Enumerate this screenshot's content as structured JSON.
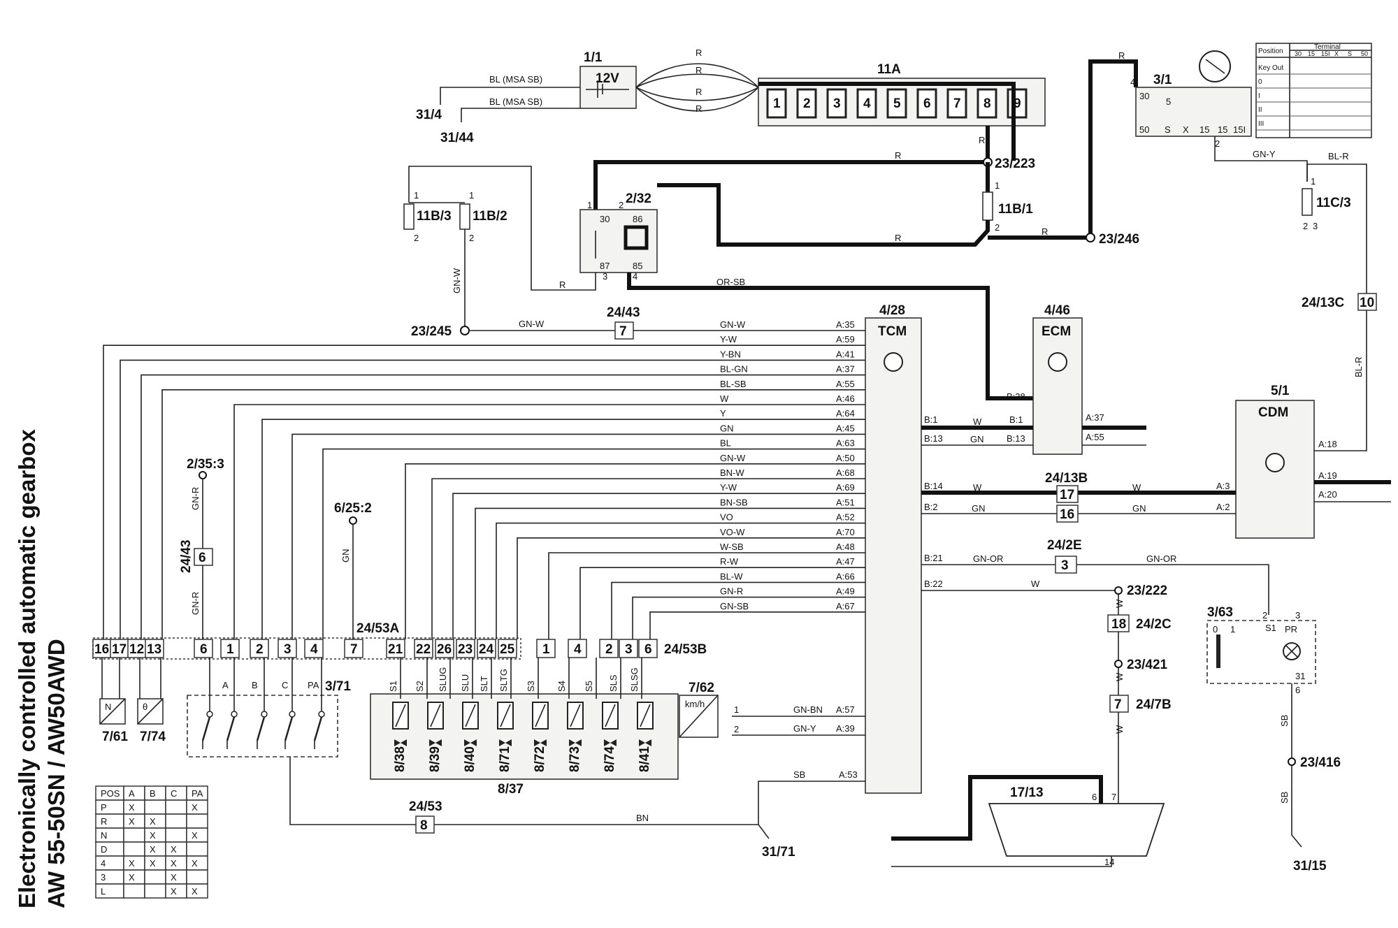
{
  "title": {
    "line1": "Electronically controlled automatic gearbox",
    "line2": "AW 55-50SN / AW50AWD"
  },
  "components": {
    "battery": {
      "ref": "1/1",
      "voltage": "12V"
    },
    "fusebox": {
      "ref": "11A",
      "fuses": [
        "1",
        "2",
        "3",
        "4",
        "5",
        "6",
        "7",
        "8",
        "9"
      ]
    },
    "ignition": {
      "ref": "3/1",
      "pins": [
        "30",
        "5",
        "50",
        "S",
        "X",
        "15",
        "15",
        "15I"
      ],
      "pin_top": "4",
      "pin_bottom": "2"
    },
    "ignition_table": {
      "position_header": "Position",
      "terminal_header": "Terminal",
      "terminals": [
        "30",
        "15",
        "15I",
        "X",
        "S",
        "50"
      ],
      "positions": [
        "Key Out",
        "0",
        "I",
        "II",
        "III"
      ]
    },
    "relay": {
      "ref": "2/32",
      "pins": [
        "30",
        "86",
        "87",
        "85"
      ],
      "numbers": [
        "1",
        "2",
        "3",
        "4"
      ]
    },
    "fuse_11b3": {
      "ref": "11B/3",
      "p1": "1",
      "p2": "2"
    },
    "fuse_11b2": {
      "ref": "11B/2",
      "p1": "1",
      "p2": "2"
    },
    "fuse_11b1": {
      "ref": "11B/1",
      "p1": "1",
      "p2": "2"
    },
    "fuse_11c3": {
      "ref": "11C/3",
      "p1": "1",
      "p2": "2",
      "p3": "3"
    },
    "tcm": {
      "ref": "4/28",
      "name": "TCM"
    },
    "ecm": {
      "ref": "4/46",
      "name": "ECM"
    },
    "cdm": {
      "ref": "5/1",
      "name": "CDM"
    },
    "gear_selector": {
      "ref": "3/71",
      "labels": [
        "A",
        "B",
        "C",
        "PA"
      ]
    },
    "speed_sensor": {
      "ref": "7/62",
      "unit": "km/h",
      "p1": "1",
      "p2": "2"
    },
    "sensor_761": {
      "ref": "7/61",
      "symbol": "N"
    },
    "sensor_774": {
      "ref": "7/74",
      "symbol": "θ"
    },
    "valve_block": {
      "ref": "8/37",
      "labels": [
        "S1",
        "S2",
        "SLUG",
        "SLU",
        "SLT",
        "SLTG",
        "S3",
        "S4",
        "S5",
        "SLS",
        "SLSG"
      ],
      "valves": [
        "8/38",
        "8/39",
        "8/40",
        "8/71",
        "8/72",
        "8/73",
        "8/74",
        "8/41"
      ]
    },
    "shift_lock": {
      "ref": "3/63",
      "s1": "S1",
      "pr": "PR",
      "p2": "2",
      "p3": "3",
      "p31": "31",
      "p6": "6",
      "z": "0",
      "one": "1"
    },
    "dlc": {
      "ref": "17/13",
      "p6": "6",
      "p7": "7",
      "p14": "14"
    }
  },
  "connectors": {
    "c2453a": {
      "ref": "24/53A",
      "pins": [
        "16",
        "17",
        "12",
        "13",
        "6",
        "1",
        "2",
        "3",
        "4",
        "7",
        "21",
        "22",
        "26",
        "23",
        "24",
        "25"
      ]
    },
    "c2453b": {
      "ref": "24/53B",
      "pins": [
        "1",
        "4",
        "2",
        "3",
        "6"
      ]
    },
    "c2443": {
      "ref": "24/43",
      "pin": "7"
    },
    "c2443v": {
      "ref": "24/43",
      "pin": "6"
    },
    "c2413b": {
      "ref": "24/13B",
      "pins": [
        "17",
        "16"
      ]
    },
    "c242e": {
      "ref": "24/2E",
      "pin": "3"
    },
    "c242c": {
      "ref": "24/2C",
      "pin": "18"
    },
    "c247b": {
      "ref": "24/7B",
      "pin": "7"
    },
    "c2413c": {
      "ref": "24/13C",
      "pin": "10"
    },
    "c2453": {
      "ref": "24/53",
      "pin": "8"
    }
  },
  "references": [
    "31/4",
    "31/44",
    "23/223",
    "23/246",
    "23/245",
    "2/35:3",
    "6/25:2",
    "23/222",
    "23/421",
    "23/416",
    "31/15",
    "31/71"
  ],
  "wire_colors": {
    "battery_top": "BL (MSA SB)",
    "battery_bottom": "BL (MSA SB)",
    "r": "R",
    "or_sb": "OR-SB",
    "gn_w": "GN-W",
    "gn_r": "GN-R",
    "gn": "GN",
    "gn_y": "GN-Y",
    "bl_r": "BL-R",
    "w": "W",
    "gn_or": "GN-OR",
    "sb": "SB",
    "bn": "BN",
    "gn_bn": "GN-BN"
  },
  "tcm_wires": [
    {
      "color": "GN-W",
      "pin": "A:35"
    },
    {
      "color": "Y-W",
      "pin": "A:59"
    },
    {
      "color": "Y-BN",
      "pin": "A:41"
    },
    {
      "color": "BL-GN",
      "pin": "A:37"
    },
    {
      "color": "BL-SB",
      "pin": "A:55"
    },
    {
      "color": "W",
      "pin": "A:46"
    },
    {
      "color": "Y",
      "pin": "A:64"
    },
    {
      "color": "GN",
      "pin": "A:45"
    },
    {
      "color": "BL",
      "pin": "A:63"
    },
    {
      "color": "GN-W",
      "pin": "A:50"
    },
    {
      "color": "BN-W",
      "pin": "A:68"
    },
    {
      "color": "Y-W",
      "pin": "A:69"
    },
    {
      "color": "BN-SB",
      "pin": "A:51"
    },
    {
      "color": "VO",
      "pin": "A:52"
    },
    {
      "color": "VO-W",
      "pin": "A:70"
    },
    {
      "color": "W-SB",
      "pin": "A:48"
    },
    {
      "color": "R-W",
      "pin": "A:47"
    },
    {
      "color": "BL-W",
      "pin": "A:66"
    },
    {
      "color": "GN-R",
      "pin": "A:49"
    },
    {
      "color": "GN-SB",
      "pin": "A:67"
    }
  ],
  "tcm_pins": {
    "a57": "A:57",
    "a39": "A:39",
    "a53": "A:53",
    "b1": "B:1",
    "b13": "B:13",
    "b14": "B:14",
    "b2": "B:2",
    "b21": "B:21",
    "b22": "B:22"
  },
  "ecm_pins": {
    "b38": "B:38",
    "b1": "B:1",
    "b13": "B:13",
    "a37": "A:37",
    "a55": "A:55"
  },
  "cdm_pins": {
    "a18": "A:18",
    "a19": "A:19",
    "a20": "A:20",
    "a3": "A:3",
    "a2": "A:2"
  },
  "pos_table": {
    "header": [
      "POS",
      "A",
      "B",
      "C",
      "PA"
    ],
    "rows": [
      [
        "P",
        "X",
        "",
        "",
        "X"
      ],
      [
        "R",
        "X",
        "X",
        "",
        ""
      ],
      [
        "N",
        "",
        "X",
        "",
        "X"
      ],
      [
        "D",
        "",
        "X",
        "X",
        ""
      ],
      [
        "4",
        "X",
        "X",
        "X",
        "X"
      ],
      [
        "3",
        "X",
        "",
        "X",
        ""
      ],
      [
        "L",
        "",
        "",
        "X",
        "X"
      ]
    ]
  }
}
